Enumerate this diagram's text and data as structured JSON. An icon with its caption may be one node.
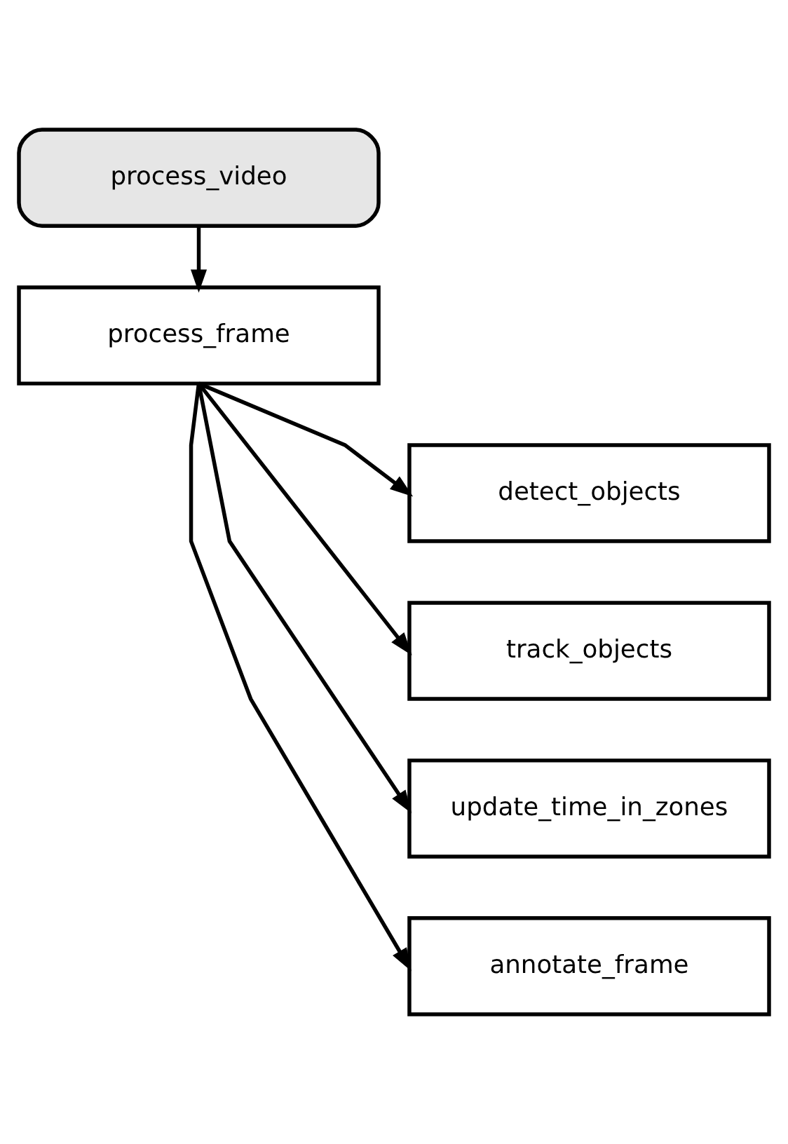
{
  "diagram": {
    "nodes": [
      {
        "text": [
          "process_video"
        ]
      },
      {
        "text": [
          "process_frame"
        ]
      },
      {
        "text": [
          "detect_objects"
        ]
      },
      {
        "text": [
          "track_objects"
        ]
      },
      {
        "text": [
          "update_time_in_zones"
        ]
      },
      {
        "text": [
          "annotate_frame"
        ]
      }
    ],
    "edges": [
      {
        "from": 0,
        "to": 1,
        "arrow": "to"
      },
      {
        "from": 1,
        "to": 2,
        "arrow": "to"
      },
      {
        "from": 1,
        "to": 3,
        "arrow": "to"
      },
      {
        "from": 1,
        "to": 4,
        "arrow": "to"
      },
      {
        "from": 1,
        "to": 5,
        "arrow": "to"
      }
    ]
  }
}
